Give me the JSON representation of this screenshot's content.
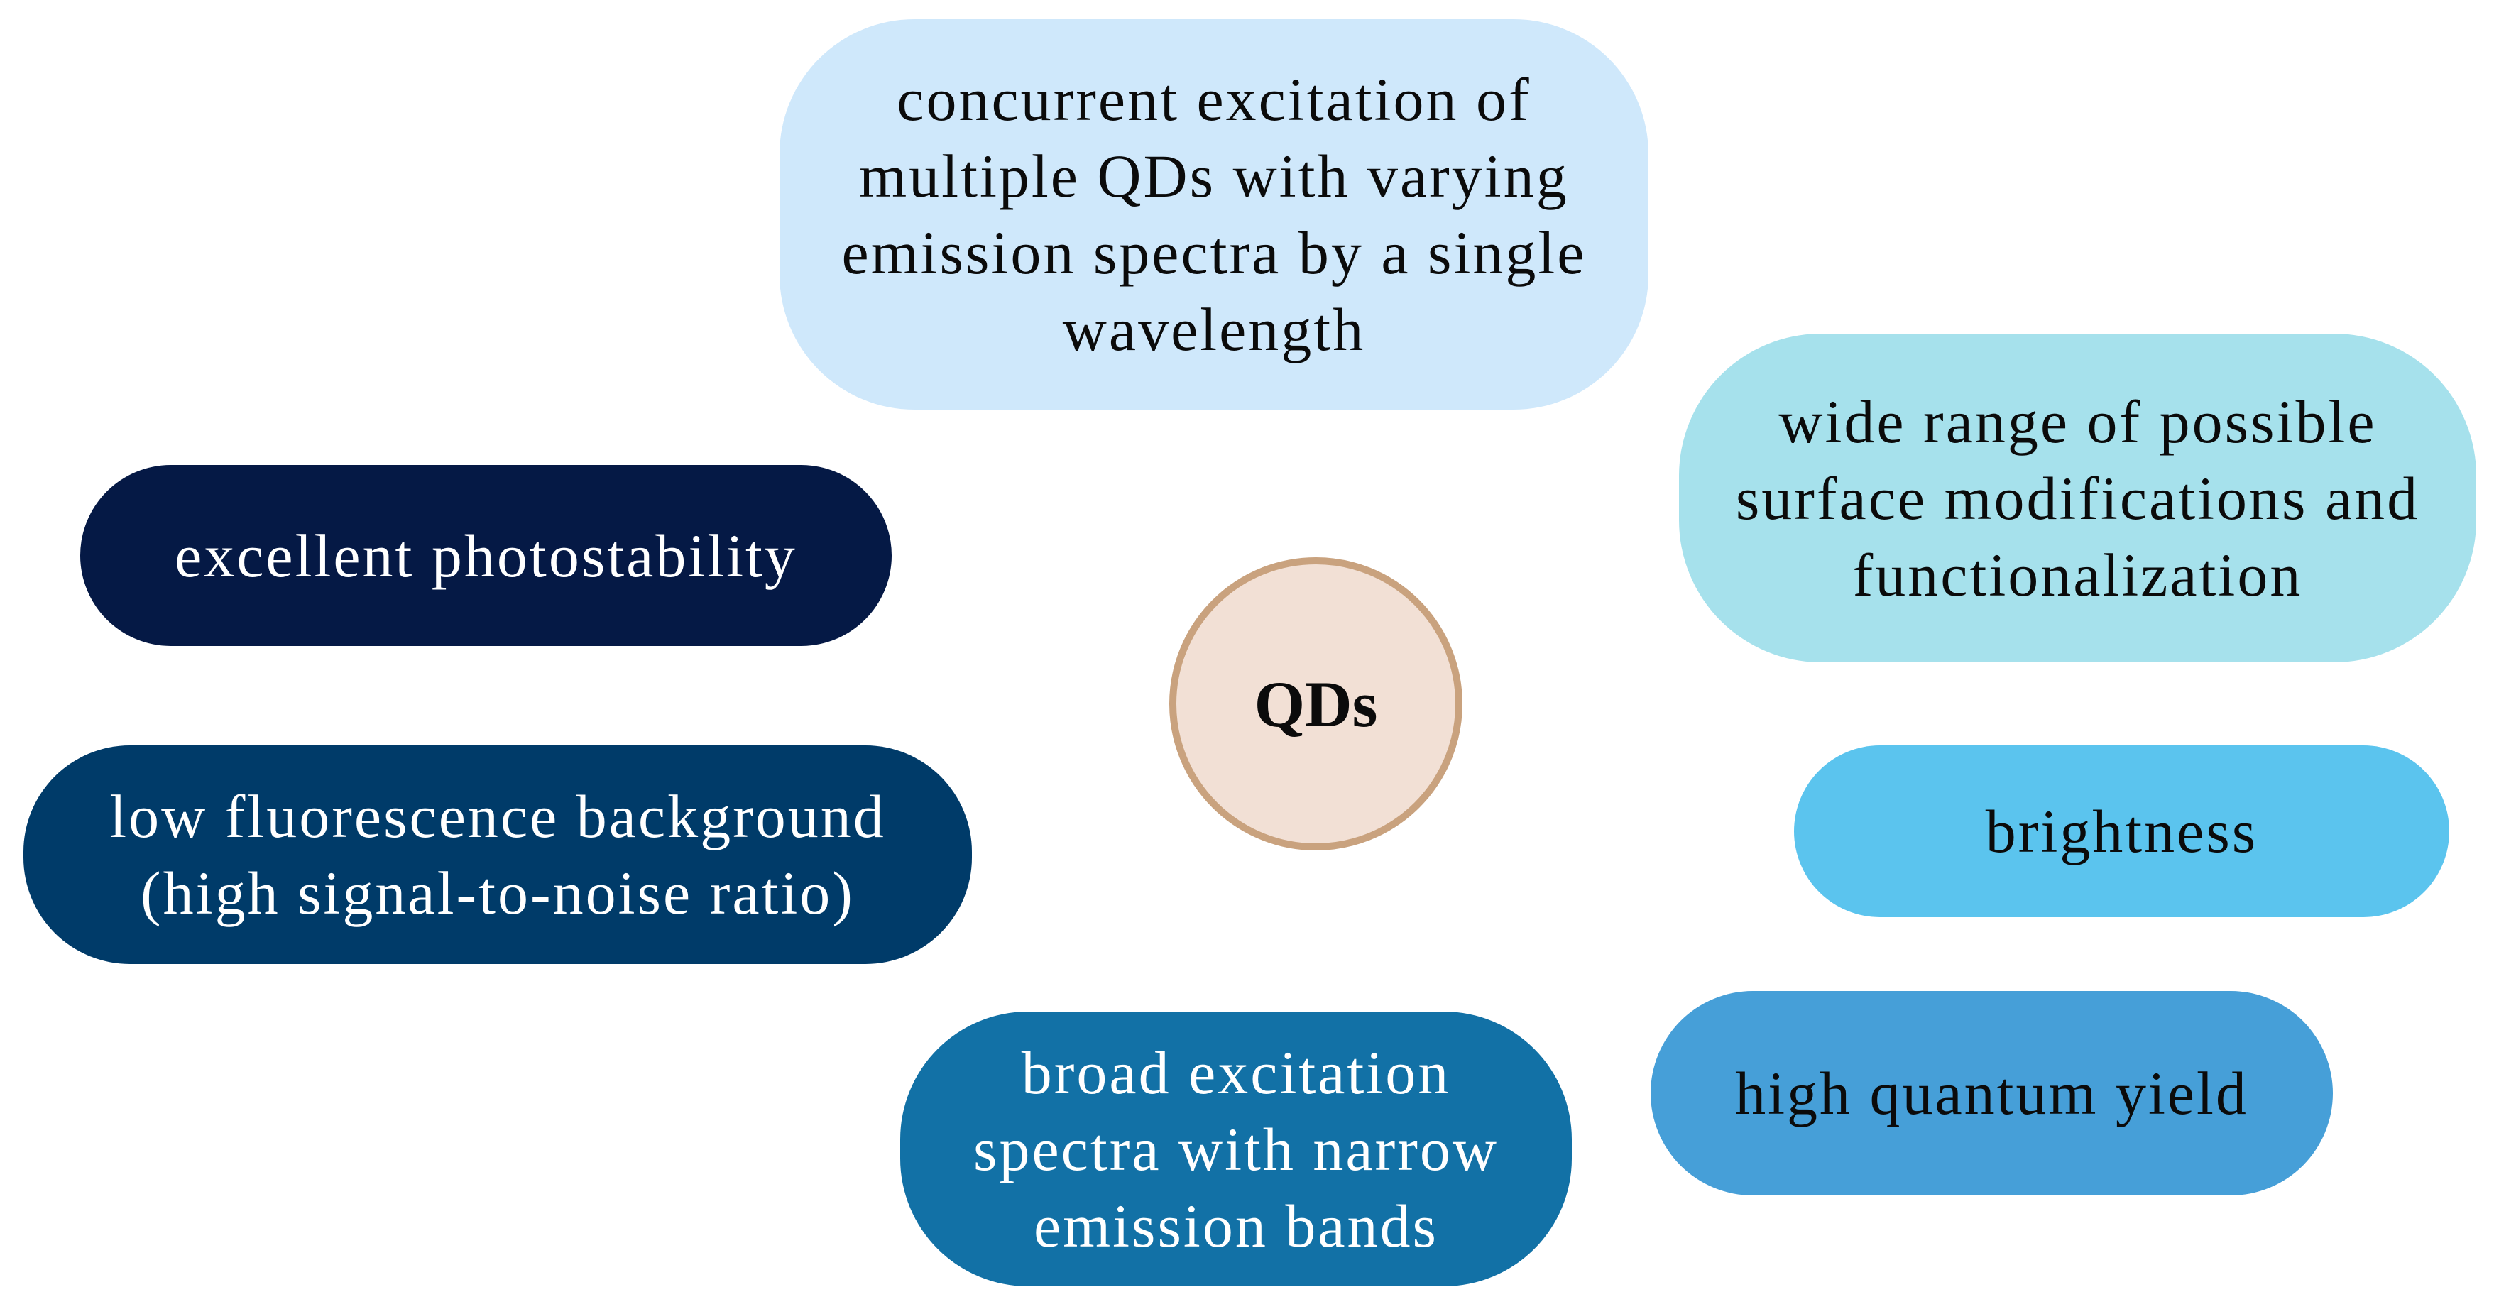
{
  "diagram": {
    "center": {
      "label": "QDs",
      "fill": "#f2e0d5",
      "border": "#c9a27e"
    },
    "nodes": [
      {
        "id": "top",
        "label": "concurrent excitation of\nmultiple QDs with varying\nemission spectra by a single\nwavelength",
        "fill": "#cfe8fb",
        "text_color": "dark"
      },
      {
        "id": "surface",
        "label": "wide range of possible\nsurface modifications and\nfunctionalization",
        "fill": "#a6e1ec",
        "text_color": "dark"
      },
      {
        "id": "photostability",
        "label": "excellent photostability",
        "fill": "#051945",
        "text_color": "light"
      },
      {
        "id": "background",
        "label": "low fluorescence background\n(high signal-to-noise ratio)",
        "fill": "#003b69",
        "text_color": "light"
      },
      {
        "id": "brightness",
        "label": "brightness",
        "fill": "#5bc4ee",
        "text_color": "dark"
      },
      {
        "id": "broad",
        "label": "broad excitation\nspectra with narrow\nemission bands",
        "fill": "#1271a6",
        "text_color": "light"
      },
      {
        "id": "yield",
        "label": "high quantum yield",
        "fill": "#469fd8",
        "text_color": "dark"
      }
    ]
  }
}
